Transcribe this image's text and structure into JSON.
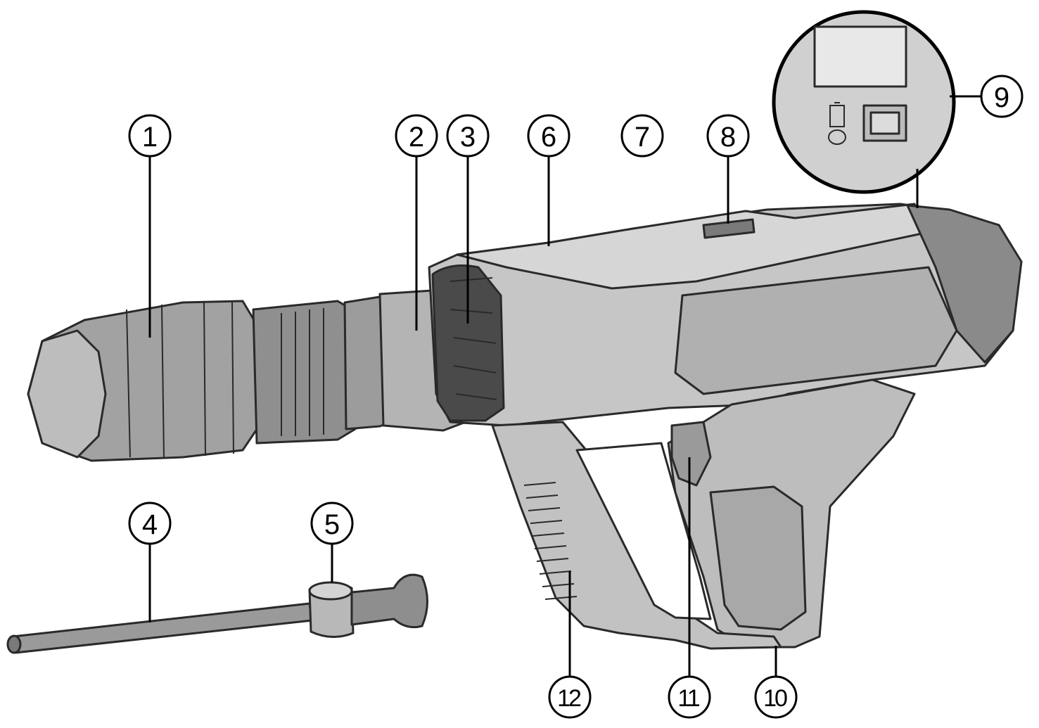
{
  "callouts": [
    {
      "id": "1",
      "label": "1"
    },
    {
      "id": "2",
      "label": "2"
    },
    {
      "id": "3",
      "label": "3"
    },
    {
      "id": "4",
      "label": "4"
    },
    {
      "id": "5",
      "label": "5"
    },
    {
      "id": "6",
      "label": "6"
    },
    {
      "id": "7",
      "label": "7"
    },
    {
      "id": "8",
      "label": "8"
    },
    {
      "id": "9",
      "label": "9"
    },
    {
      "id": "10",
      "label": "10"
    },
    {
      "id": "11",
      "label": "11"
    },
    {
      "id": "12",
      "label": "12"
    }
  ],
  "colors": {
    "body_light": "#c9c9c9",
    "body_mid": "#a6a6a6",
    "body_dark": "#707070",
    "outline": "#2a2a2a"
  }
}
